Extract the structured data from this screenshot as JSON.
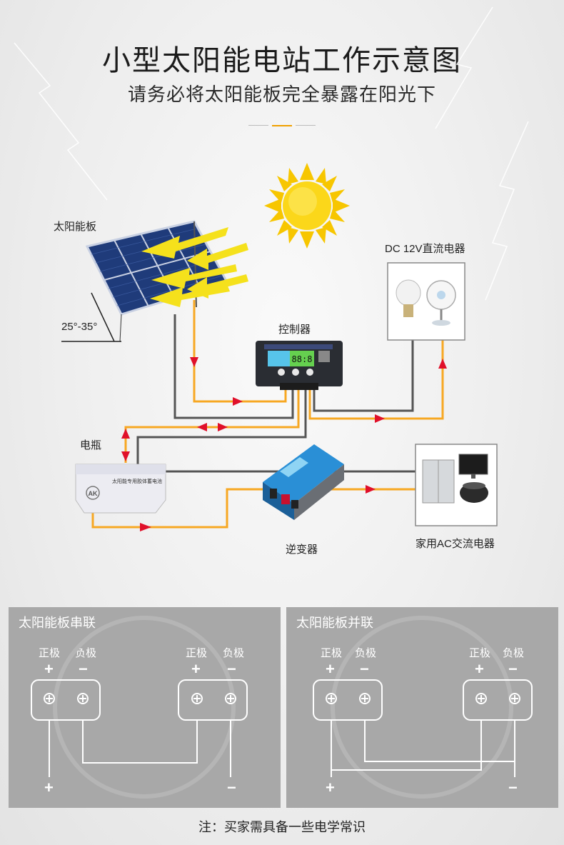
{
  "title": "小型太阳能电站工作示意图",
  "subtitle": "请务必将太阳能板完全暴露在阳光下",
  "colors": {
    "wire_orange": "#f7a823",
    "wire_gray": "#555555",
    "arrow_red": "#e0102a",
    "accent_gold": "#f0a000"
  },
  "labels": {
    "solar_panel": "太阳能板",
    "angle": "25°-35°",
    "controller": "控制器",
    "dc_load": "DC 12V直流电器",
    "battery": "电瓶",
    "inverter": "逆变器",
    "ac_load": "家用AC交流电器"
  },
  "devices": {
    "controller_screen": "88:8",
    "battery_brand": "AK",
    "battery_text": "太阳能专用胶体蓄电池"
  },
  "series_panel": {
    "title": "太阳能板串联",
    "positive": "正极",
    "negative": "负极",
    "plus": "+",
    "minus": "−"
  },
  "parallel_panel": {
    "title": "太阳能板并联",
    "positive": "正极",
    "negative": "负极",
    "plus": "+",
    "minus": "−"
  },
  "note": "注：买家需具备一些电学常识"
}
